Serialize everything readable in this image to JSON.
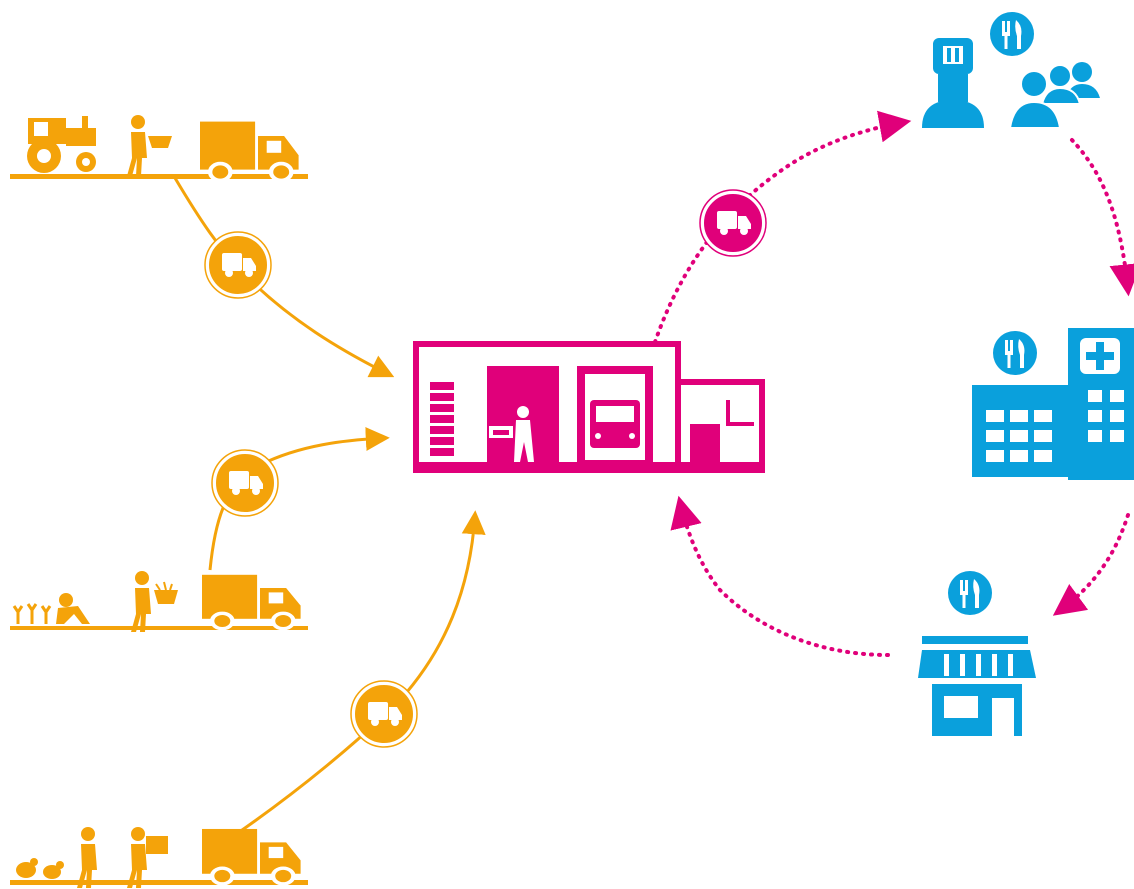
{
  "diagram": {
    "colors": {
      "supply": "#f4a30a",
      "warehouse": "#e0007a",
      "customer": "#0aa0dc",
      "badge_ring": "#f4a30a",
      "white": "#ffffff"
    },
    "suppliers": [
      {
        "id": "farm-tractor",
        "icons": [
          "tractor-icon",
          "farmer-basket-icon",
          "delivery-truck-icon"
        ]
      },
      {
        "id": "farm-harvest",
        "icons": [
          "crops-icon",
          "kneeling-farmer-icon",
          "farmer-basket-icon",
          "delivery-truck-icon"
        ]
      },
      {
        "id": "farm-livestock",
        "icons": [
          "poultry-icon",
          "farmer-icon",
          "worker-box-icon",
          "delivery-truck-icon"
        ]
      }
    ],
    "hub": {
      "id": "distribution-warehouse",
      "icons": [
        "stacked-crates-icon",
        "worker-cart-icon",
        "dock-truck-icon"
      ]
    },
    "customers": [
      {
        "id": "catering-services",
        "icons": [
          "chef-icon",
          "restaurant-icon",
          "people-group-icon"
        ]
      },
      {
        "id": "hospital",
        "icons": [
          "restaurant-icon",
          "hospital-icon"
        ]
      },
      {
        "id": "restaurant-shop",
        "icons": [
          "restaurant-icon",
          "storefront-icon"
        ]
      }
    ],
    "flows": {
      "supply_to_hub": "solid-arrow",
      "hub_to_customers": "dotted-cycle"
    }
  }
}
